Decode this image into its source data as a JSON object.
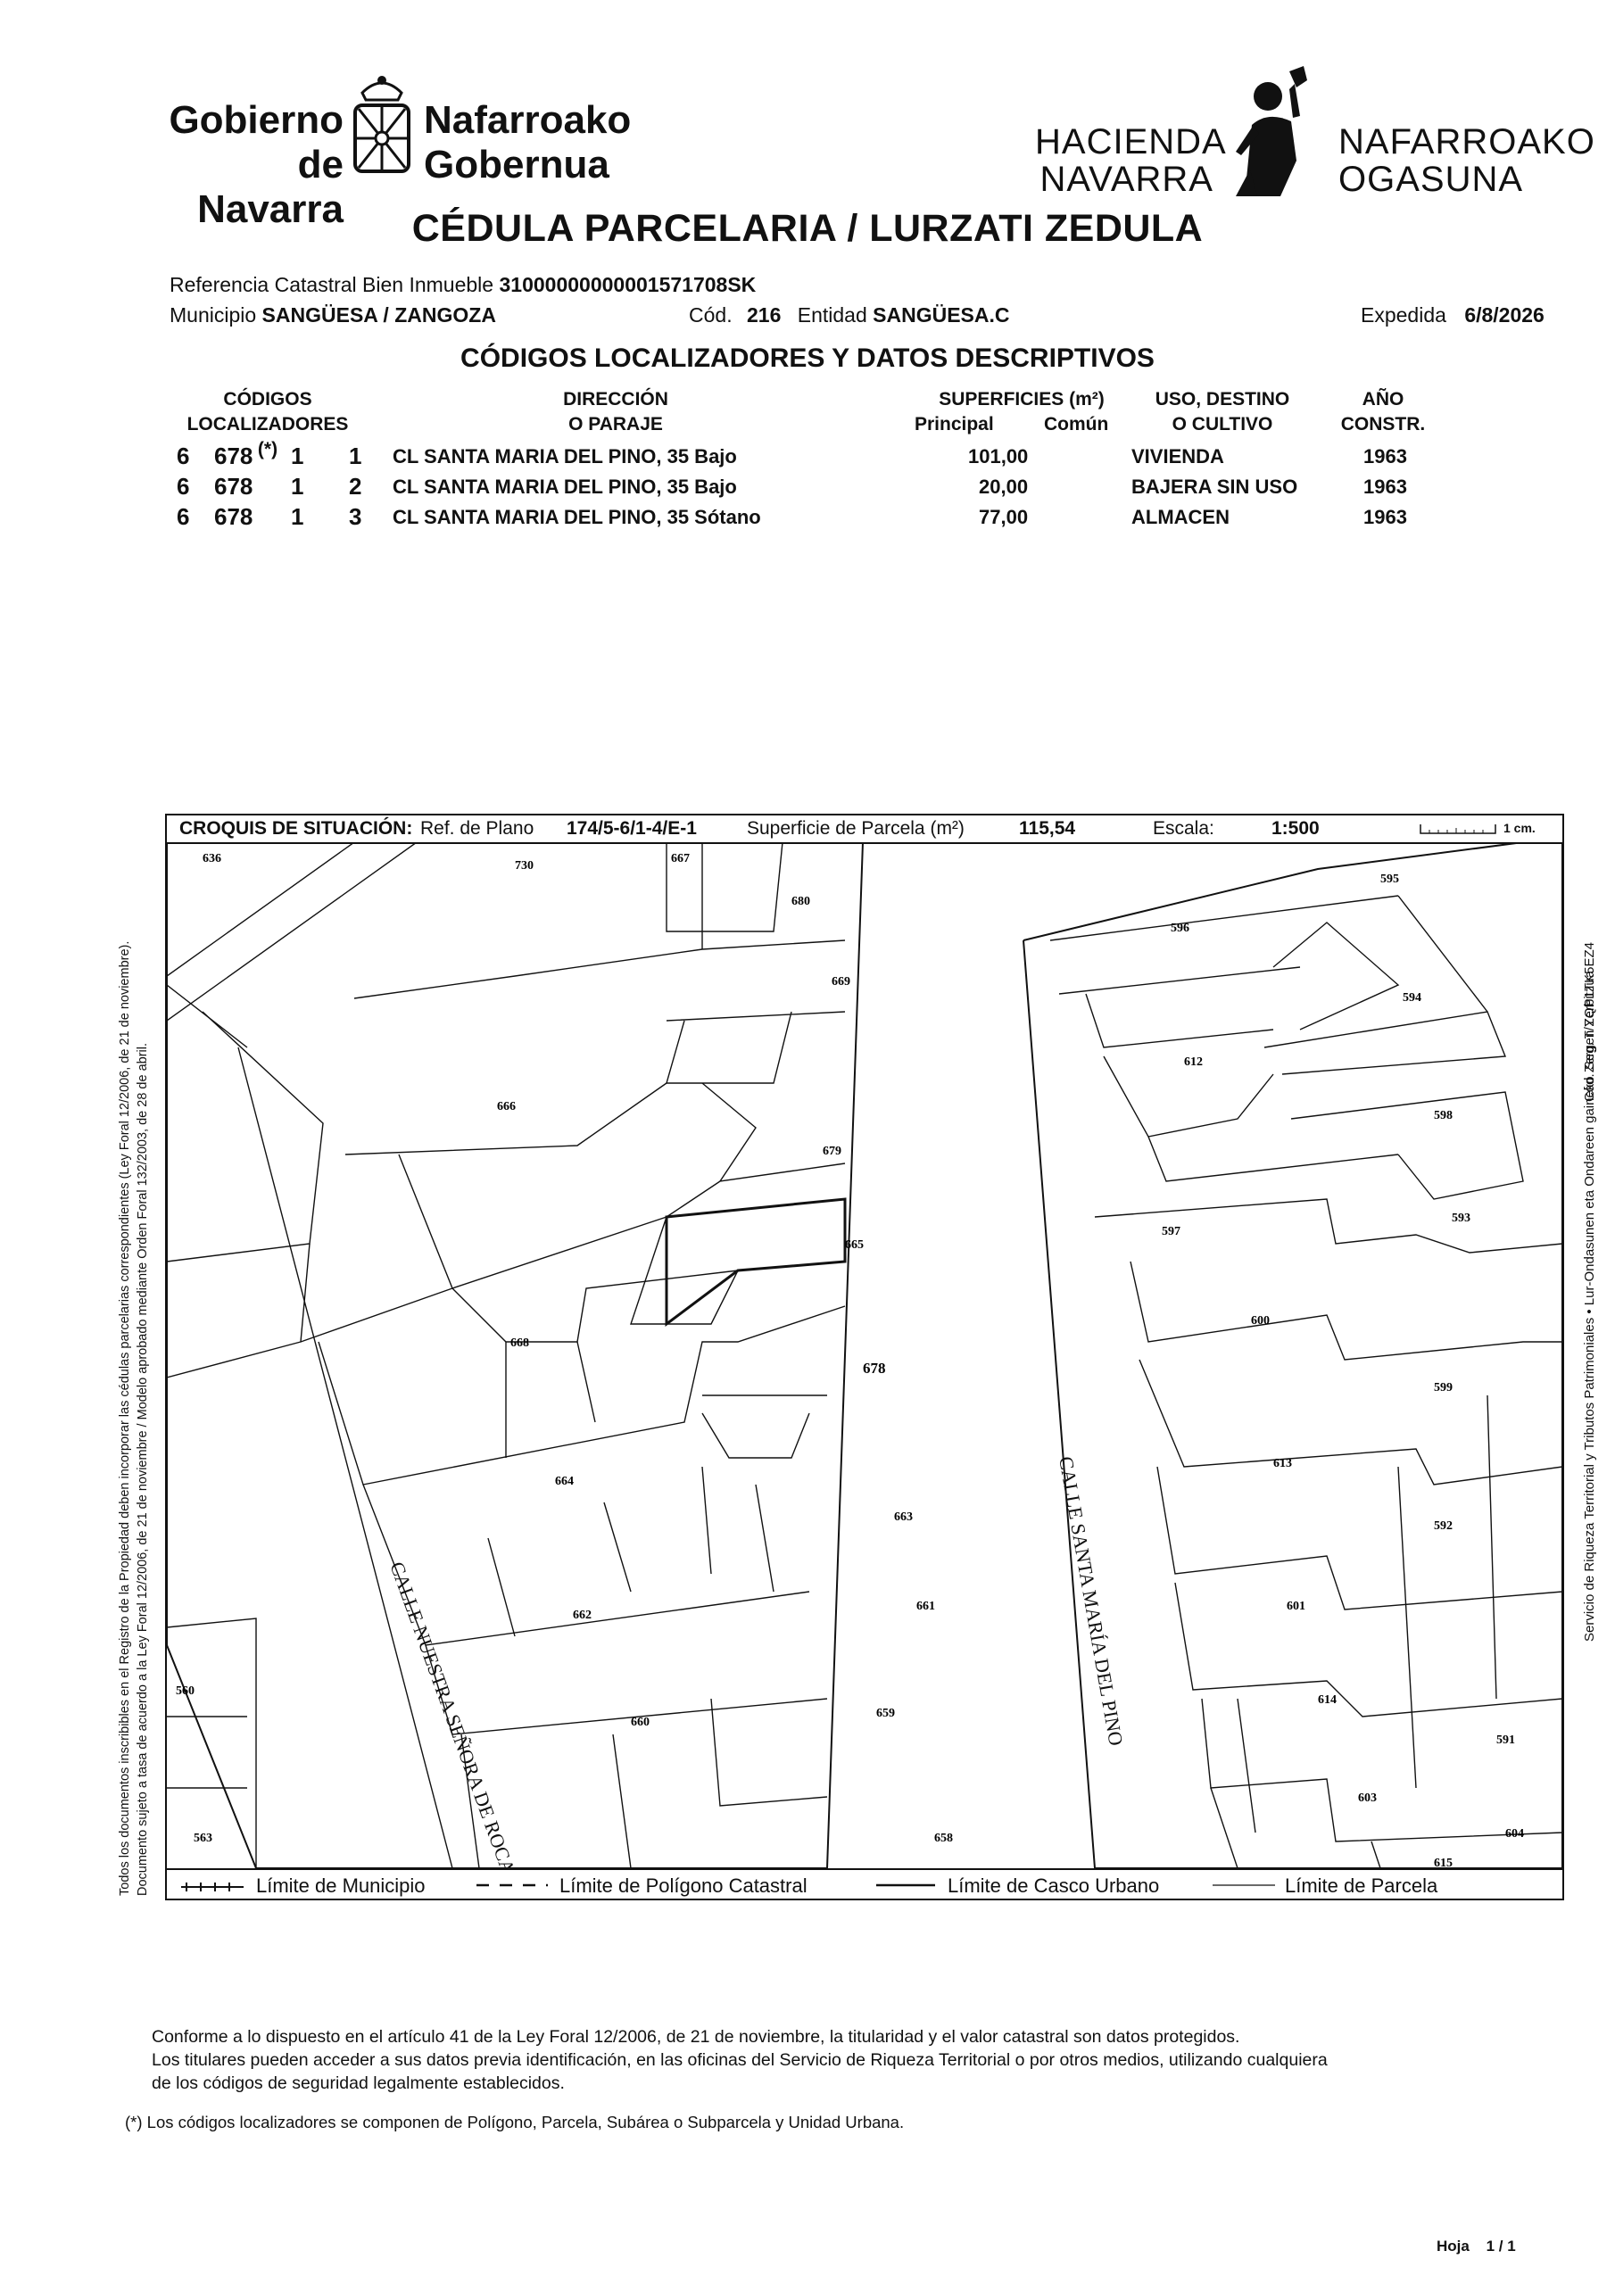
{
  "header": {
    "gov_line1": "Gobierno",
    "gov_line2": "de Navarra",
    "gov_eus1": "Nafarroako",
    "gov_eus2": "Gobernua",
    "hac_line1": "HACIENDA",
    "hac_line2": "NAVARRA",
    "hac_eus1": "NAFARROAKO",
    "hac_eus2": "OGASUNA"
  },
  "title": "CÉDULA PARCELARIA / LURZATI ZEDULA",
  "info": {
    "ref_label": "Referencia Catastral Bien Inmueble",
    "ref_value": "31000000000001571708SK",
    "mun_label": "Municipio",
    "mun_value": "SANGÜESA / ZANGOZA",
    "cod_label": "Cód.",
    "cod_value": "216",
    "ent_label": "Entidad",
    "ent_value": "SANGÜESA.C",
    "exp_label": "Expedida",
    "exp_value": "6/8/2026"
  },
  "section_title": "CÓDIGOS LOCALIZADORES Y DATOS DESCRIPTIVOS",
  "table": {
    "h_codes1": "CÓDIGOS",
    "h_codes2": "LOCALIZADORES (*)",
    "h_dir1": "DIRECCIÓN",
    "h_dir2": "O PARAJE",
    "h_sup1": "SUPERFICIES (m²)",
    "h_sup_principal": "Principal",
    "h_sup_comun": "Común",
    "h_uso1": "USO, DESTINO",
    "h_uso2": "O CULTIVO",
    "h_ano1": "AÑO",
    "h_ano2": "CONSTR.",
    "rows": [
      {
        "c1": "6",
        "c2": "678",
        "c3": "1",
        "c4": "1",
        "dir": "CL SANTA MARIA DEL PINO, 35 Bajo",
        "sup": "101,00",
        "uso": "VIVIENDA",
        "ano": "1963"
      },
      {
        "c1": "6",
        "c2": "678",
        "c3": "1",
        "c4": "2",
        "dir": "CL SANTA MARIA DEL PINO, 35 Bajo",
        "sup": "20,00",
        "uso": "BAJERA SIN USO",
        "ano": "1963"
      },
      {
        "c1": "6",
        "c2": "678",
        "c3": "1",
        "c4": "3",
        "dir": "CL SANTA MARIA DEL PINO, 35 Sótano",
        "sup": "77,00",
        "uso": "ALMACEN",
        "ano": "1963"
      }
    ]
  },
  "map": {
    "croquis_label": "CROQUIS DE SITUACIÓN:",
    "plano_label": "Ref. de Plano",
    "plano_value": "174/5-6/1-4/E-1",
    "sup_label": "Superficie de Parcela (m²)",
    "sup_value": "115,54",
    "escala_label": "Escala:",
    "escala_value": "1:500",
    "scale_unit": "1 cm.",
    "street1": "CALLE NUESTRA SEÑORA DE ROCAMADOR",
    "street2": "CALLE SANTA MARÍA DEL PINO",
    "parcels": [
      "636",
      "730",
      "667",
      "680",
      "669",
      "666",
      "679",
      "665",
      "668",
      "678",
      "664",
      "663",
      "662",
      "661",
      "660",
      "659",
      "658",
      "560",
      "563",
      "596",
      "595",
      "594",
      "612",
      "598",
      "597",
      "593",
      "600",
      "599",
      "613",
      "592",
      "601",
      "614",
      "591",
      "603",
      "604",
      "615"
    ]
  },
  "legend": {
    "municipio": "Límite de Municipio",
    "poligono": "Límite de Polígono Catastral",
    "casco": "Límite de Casco Urbano",
    "parcela": "Límite de Parcela"
  },
  "side": {
    "left1": "Todos los documentos inscribibles en el Registro de la Propiedad deben incorporar las cédulas parcelarias correspondientes (Ley Foral 12/2006, de 21 de noviembre).",
    "left2": "Documento sujeto a tasa de acuerdo a la Ley Foral 12/2006, de 21 de noviembre / Modelo aprobado mediante Orden Foral 132/2003, de 28 de abril.",
    "right1": "Servicio de Riqueza Territorial y Tributos Patrimoniales • Lur-Ondasunen eta Ondareen gaineko Zergen Zerbitzua",
    "right2": "Cód. Seg. T/YQP1TK5EZ4"
  },
  "footer": {
    "p1": "Conforme a lo dispuesto en el artículo 41 de la Ley Foral 12/2006, de 21 de noviembre, la titularidad y el valor catastral son datos protegidos.",
    "p2": "Los titulares pueden acceder a sus datos previa identificación, en las oficinas del Servicio de Riqueza Territorial o por otros medios, utilizando cualquiera",
    "p3": "de los códigos de seguridad legalmente establecidos.",
    "note": "(*) Los códigos localizadores se componen de Polígono, Parcela, Subárea o Subparcela y Unidad Urbana.",
    "hoja_label": "Hoja",
    "hoja_value": "1 / 1"
  }
}
